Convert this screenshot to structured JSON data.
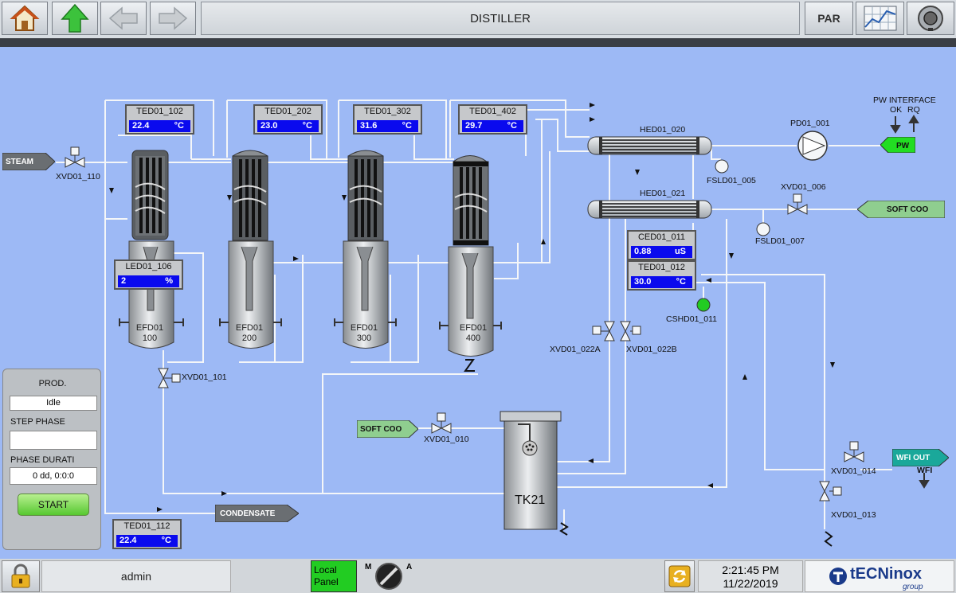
{
  "header": {
    "title": "DISTILLER",
    "par_label": "PAR",
    "home_icon": "home-icon",
    "up_icon": "arrow-up-icon",
    "back_icon": "arrow-left-icon",
    "forward_icon": "arrow-right-icon",
    "trend_icon": "trend-chart-icon",
    "alarm_icon": "alarm-bell-icon"
  },
  "process": {
    "steam_label": "STEAM",
    "condensate_label": "CONDENSATE",
    "pw_label": "PW",
    "pw_interface_label": "PW INTERFACE",
    "pw_ok": "OK",
    "pw_rq": "RQ",
    "soft_coo_right": "SOFT COO",
    "soft_coo_left": "SOFT COO",
    "wfi_out_label": "WFI OUT",
    "wfi_label": "WFI",
    "tank_label": "TK21",
    "columns": [
      {
        "name": "EFD01",
        "num": "100"
      },
      {
        "name": "EFD01",
        "num": "200"
      },
      {
        "name": "EFD01",
        "num": "300"
      },
      {
        "name": "EFD01",
        "num": "400"
      }
    ],
    "hx1": "HED01_020",
    "hx2": "HED01_021",
    "pump": "PD01_001",
    "valves": {
      "xvd01_110": "XVD01_110",
      "xvd01_101": "XVD01_101",
      "xvd01_006": "XVD01_006",
      "xvd01_022a": "XVD01_022A",
      "xvd01_022b": "XVD01_022B",
      "xvd01_010": "XVD01_010",
      "xvd01_014": "XVD01_014",
      "xvd01_013": "XVD01_013"
    },
    "sensors": {
      "fsld01_005": "FSLD01_005",
      "fsld01_007": "FSLD01_007",
      "cshd01_011": "CSHD01_011"
    }
  },
  "tags": {
    "ted01_102": {
      "name": "TED01_102",
      "value": "22.4",
      "unit": "°C"
    },
    "ted01_202": {
      "name": "TED01_202",
      "value": "23.0",
      "unit": "°C"
    },
    "ted01_302": {
      "name": "TED01_302",
      "value": "31.6",
      "unit": "°C"
    },
    "ted01_402": {
      "name": "TED01_402",
      "value": "29.7",
      "unit": "°C"
    },
    "led01_106": {
      "name": "LED01_106",
      "value": "2",
      "unit": "%"
    },
    "ced01_011": {
      "name": "CED01_011",
      "value": "0.88",
      "unit": "uS"
    },
    "ted01_012": {
      "name": "TED01_012",
      "value": "30.0",
      "unit": "°C"
    },
    "ted01_112": {
      "name": "TED01_112",
      "value": "22.4",
      "unit": "°C"
    }
  },
  "control_panel": {
    "prod_label": "PROD.",
    "prod_value": "Idle",
    "step_phase_label": "STEP PHASE",
    "step_phase_value": "",
    "phase_duration_label": "PHASE DURATI",
    "phase_duration_value": "0 dd, 0:0:0",
    "start_label": "START"
  },
  "footer": {
    "user": "admin",
    "local_panel_line1": "Local",
    "local_panel_line2": "Panel",
    "mode_m": "M",
    "mode_a": "A",
    "time": "2:21:45 PM",
    "date": "11/22/2019",
    "brand": "tECNinox",
    "brand_sub": "group",
    "colors": {
      "local_panel": "#22cc22",
      "canvas": "#9db9f5",
      "tag_value_bg": "#0a0aee"
    }
  }
}
